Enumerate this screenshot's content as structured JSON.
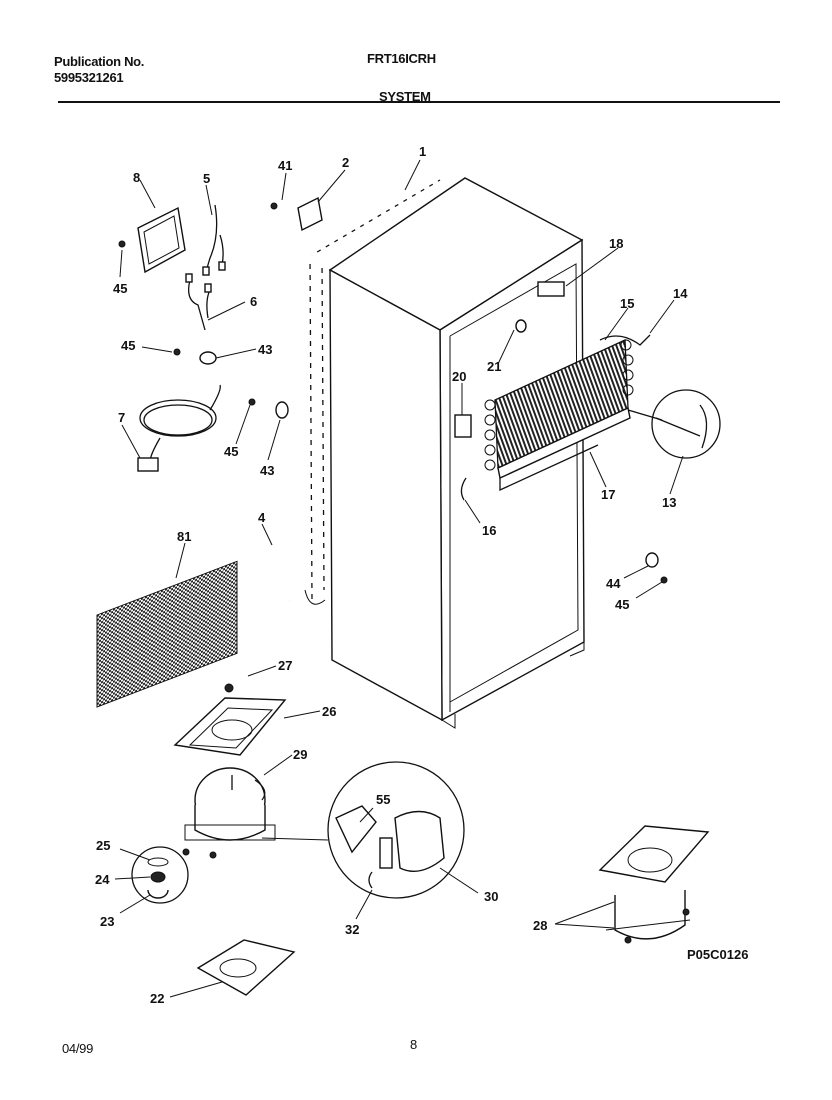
{
  "header": {
    "publication_label": "Publication No.",
    "publication_number": "5995321261",
    "model": "FRT16ICRH",
    "section": "SYSTEM"
  },
  "footer": {
    "date": "04/99",
    "page": "8",
    "drawing_code": "P05C0126"
  },
  "callouts": {
    "c1": "1",
    "c2": "2",
    "c4": "4",
    "c5": "5",
    "c6": "6",
    "c7": "7",
    "c8": "8",
    "c13": "13",
    "c14": "14",
    "c15": "15",
    "c16": "16",
    "c17": "17",
    "c18": "18",
    "c20": "20",
    "c21": "21",
    "c22": "22",
    "c23": "23",
    "c24": "24",
    "c25": "25",
    "c26": "26",
    "c27": "27",
    "c28": "28",
    "c29": "29",
    "c30": "30",
    "c32": "32",
    "c41": "41",
    "c43a": "43",
    "c43b": "43",
    "c44": "44",
    "c45a": "45",
    "c45b": "45",
    "c45c": "45",
    "c45d": "45",
    "c55": "55",
    "c81": "81"
  }
}
